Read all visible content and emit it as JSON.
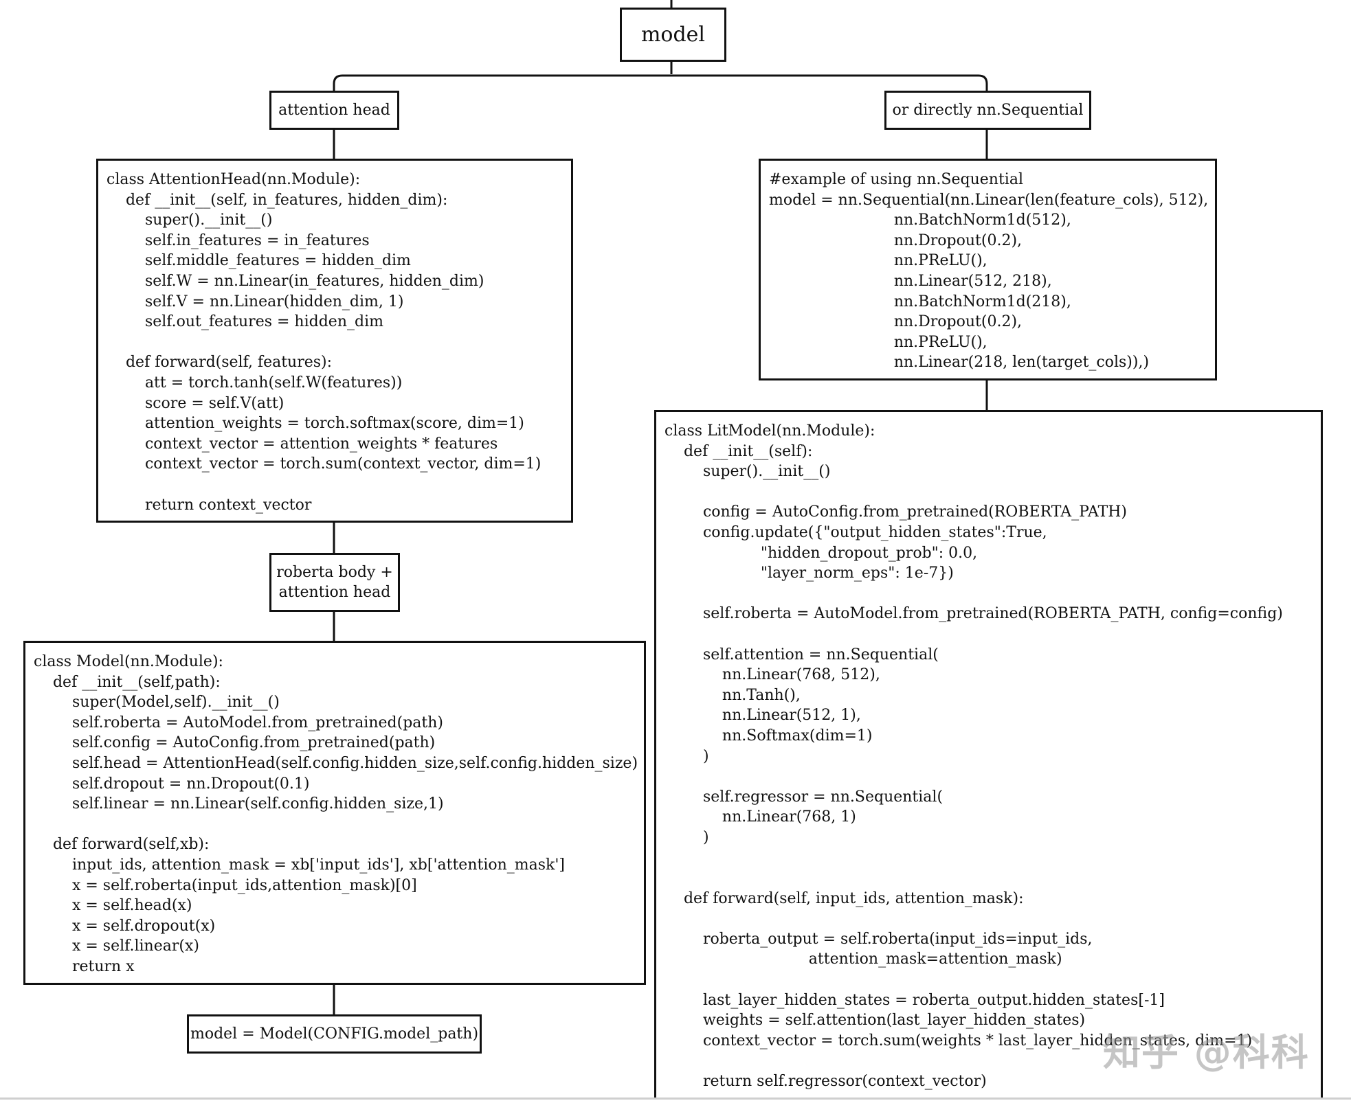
{
  "nodes": {
    "model": "model",
    "attention_head": "attention head",
    "sequential": "or directly nn.Sequential",
    "roberta_attention": "roberta body +\nattention head",
    "instantiate": "model = Model(CONFIG.model_path)"
  },
  "code": {
    "attention_head_class": "class AttentionHead(nn.Module):\n    def __init__(self, in_features, hidden_dim):\n        super().__init__()\n        self.in_features = in_features\n        self.middle_features = hidden_dim\n        self.W = nn.Linear(in_features, hidden_dim)\n        self.V = nn.Linear(hidden_dim, 1)\n        self.out_features = hidden_dim\n\n    def forward(self, features):\n        att = torch.tanh(self.W(features))\n        score = self.V(att)\n        attention_weights = torch.softmax(score, dim=1)\n        context_vector = attention_weights * features\n        context_vector = torch.sum(context_vector, dim=1)\n\n        return context_vector",
    "sequential_example": "#example of using nn.Sequential\nmodel = nn.Sequential(nn.Linear(len(feature_cols), 512),\n                          nn.BatchNorm1d(512),\n                          nn.Dropout(0.2),\n                          nn.PReLU(),\n                          nn.Linear(512, 218),\n                          nn.BatchNorm1d(218),\n                          nn.Dropout(0.2),\n                          nn.PReLU(),\n                          nn.Linear(218, len(target_cols)),)",
    "model_class": "class Model(nn.Module):\n    def __init__(self,path):\n        super(Model,self).__init__()\n        self.roberta = AutoModel.from_pretrained(path)\n        self.config = AutoConfig.from_pretrained(path)\n        self.head = AttentionHead(self.config.hidden_size,self.config.hidden_size)\n        self.dropout = nn.Dropout(0.1)\n        self.linear = nn.Linear(self.config.hidden_size,1)\n\n    def forward(self,xb):\n        input_ids, attention_mask = xb['input_ids'], xb['attention_mask']\n        x = self.roberta(input_ids,attention_mask)[0]\n        x = self.head(x)\n        x = self.dropout(x)\n        x = self.linear(x)\n        return x",
    "litmodel_class": "class LitModel(nn.Module):\n    def __init__(self):\n        super().__init__()\n\n        config = AutoConfig.from_pretrained(ROBERTA_PATH)\n        config.update({\"output_hidden_states\":True,\n                    \"hidden_dropout_prob\": 0.0,\n                    \"layer_norm_eps\": 1e-7})\n\n        self.roberta = AutoModel.from_pretrained(ROBERTA_PATH, config=config)\n\n        self.attention = nn.Sequential(\n            nn.Linear(768, 512),\n            nn.Tanh(),\n            nn.Linear(512, 1),\n            nn.Softmax(dim=1)\n        )\n\n        self.regressor = nn.Sequential(\n            nn.Linear(768, 1)\n        )\n\n\n    def forward(self, input_ids, attention_mask):\n\n        roberta_output = self.roberta(input_ids=input_ids,\n                              attention_mask=attention_mask)\n\n        last_layer_hidden_states = roberta_output.hidden_states[-1]\n        weights = self.attention(last_layer_hidden_states)\n        context_vector = torch.sum(weights * last_layer_hidden_states, dim=1)\n\n        return self.regressor(context_vector)"
  },
  "watermark": "知乎 @科科",
  "colors": {
    "stroke": "#111111",
    "background": "#ffffff",
    "watermark": "#969696"
  }
}
